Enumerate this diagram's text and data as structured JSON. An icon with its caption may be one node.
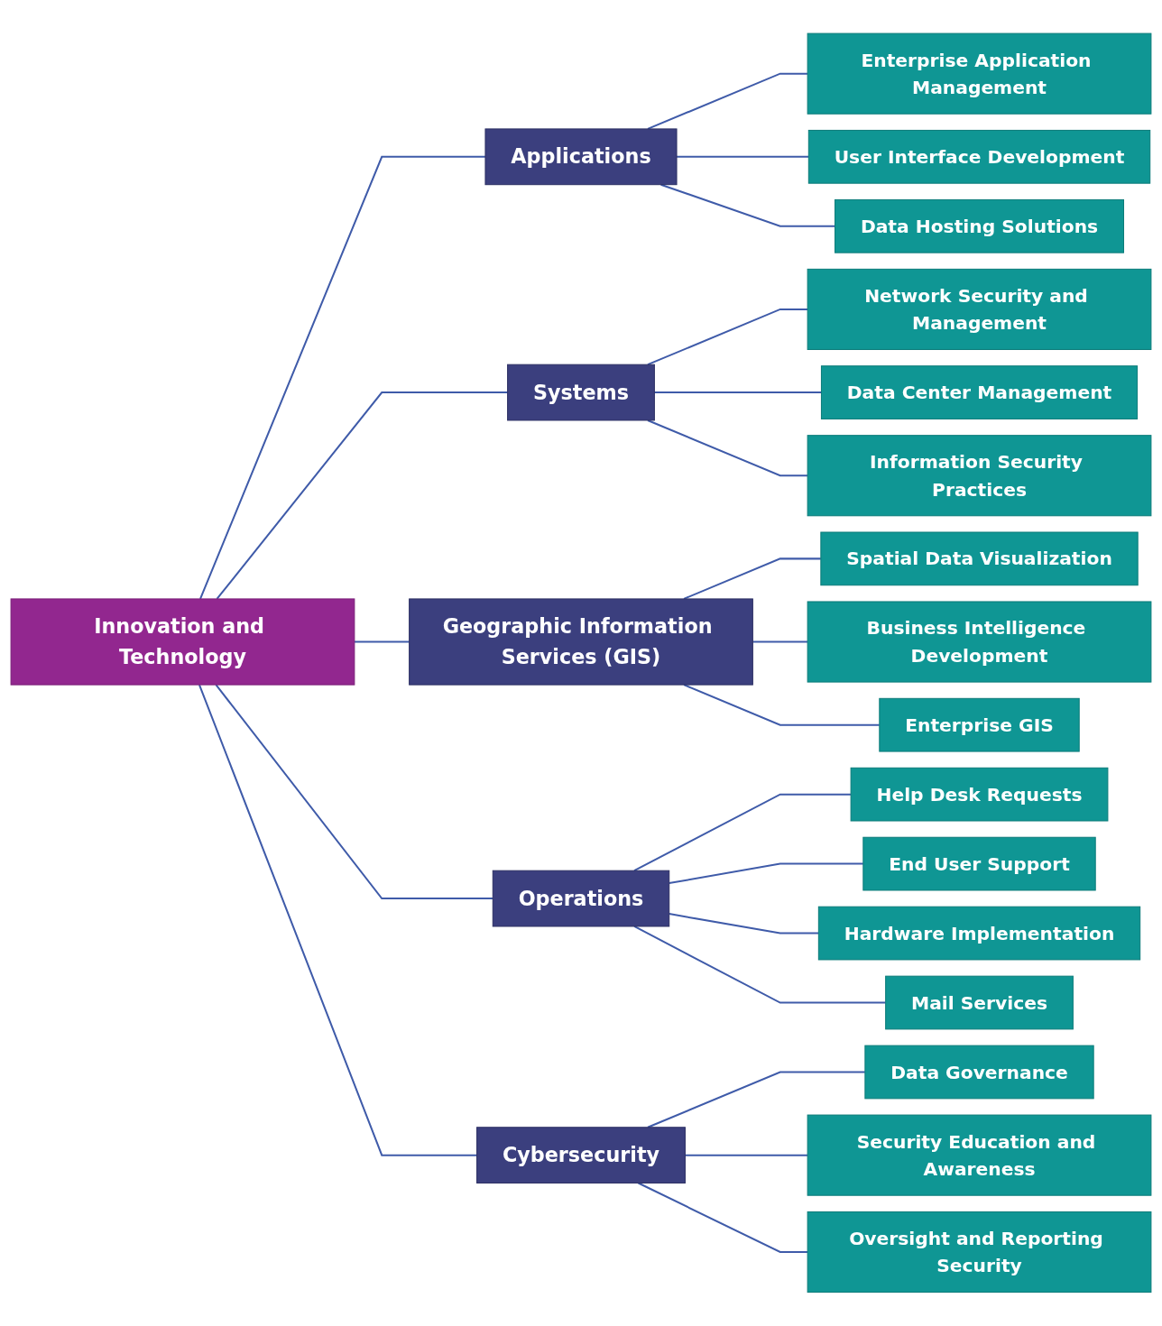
{
  "diagram": {
    "nodes": [
      {
        "text": [
          "Innovation and Technology"
        ]
      },
      {
        "text": [
          "Applications"
        ]
      },
      {
        "text": [
          "Enterprise Application Management"
        ]
      },
      {
        "text": [
          "User Interface Development"
        ]
      },
      {
        "text": [
          "Data Hosting Solutions"
        ]
      },
      {
        "text": [
          "Systems"
        ]
      },
      {
        "text": [
          "Network Security and Management"
        ]
      },
      {
        "text": [
          "Data Center Management"
        ]
      },
      {
        "text": [
          "Information Security Practices"
        ]
      },
      {
        "text": [
          "Geographic Information Services (GIS)"
        ]
      },
      {
        "text": [
          "Spatial Data Visualization"
        ]
      },
      {
        "text": [
          "Business Intelligence Development"
        ]
      },
      {
        "text": [
          "Enterprise GIS"
        ]
      },
      {
        "text": [
          "Operations"
        ]
      },
      {
        "text": [
          "Help Desk Requests"
        ]
      },
      {
        "text": [
          "End User Support"
        ]
      },
      {
        "text": [
          "Hardware Implementation"
        ]
      },
      {
        "text": [
          "Mail Services"
        ]
      },
      {
        "text": [
          "Cybersecurity"
        ]
      },
      {
        "text": [
          "Data Governance"
        ]
      },
      {
        "text": [
          "Security Education and Awareness"
        ]
      },
      {
        "text": [
          "Oversight and Reporting Security"
        ]
      }
    ],
    "edges": [
      {
        "from": 0,
        "to": 1,
        "arrow": "none"
      },
      {
        "from": 0,
        "to": 5,
        "arrow": "none"
      },
      {
        "from": 0,
        "to": 9,
        "arrow": "none"
      },
      {
        "from": 0,
        "to": 13,
        "arrow": "none"
      },
      {
        "from": 0,
        "to": 18,
        "arrow": "none"
      },
      {
        "from": 1,
        "to": 2,
        "arrow": "none"
      },
      {
        "from": 1,
        "to": 3,
        "arrow": "none"
      },
      {
        "from": 1,
        "to": 4,
        "arrow": "none"
      },
      {
        "from": 5,
        "to": 6,
        "arrow": "none"
      },
      {
        "from": 5,
        "to": 7,
        "arrow": "none"
      },
      {
        "from": 5,
        "to": 8,
        "arrow": "none"
      },
      {
        "from": 9,
        "to": 10,
        "arrow": "none"
      },
      {
        "from": 9,
        "to": 11,
        "arrow": "none"
      },
      {
        "from": 9,
        "to": 12,
        "arrow": "none"
      },
      {
        "from": 13,
        "to": 14,
        "arrow": "none"
      },
      {
        "from": 13,
        "to": 15,
        "arrow": "none"
      },
      {
        "from": 13,
        "to": 16,
        "arrow": "none"
      },
      {
        "from": 13,
        "to": 17,
        "arrow": "none"
      },
      {
        "from": 18,
        "to": 19,
        "arrow": "none"
      },
      {
        "from": 18,
        "to": 20,
        "arrow": "none"
      },
      {
        "from": 18,
        "to": 21,
        "arrow": "none"
      }
    ]
  }
}
